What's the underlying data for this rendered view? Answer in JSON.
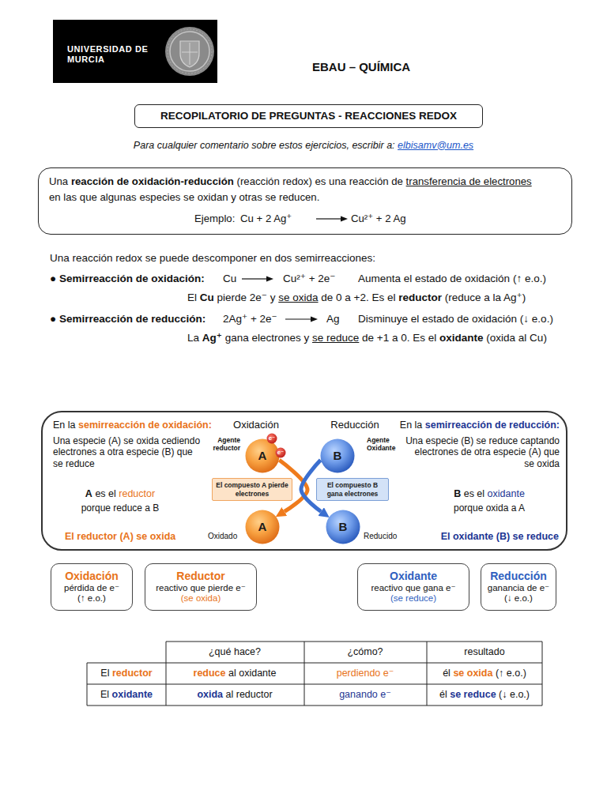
{
  "diagram": {
    "title": "EBAU – QUÍMICA",
    "nodes": [
      {
        "text": [
          "UNIVERSIDAD DE MURCIA"
        ]
      },
      {
        "text": [
          "RECOPILATORIO DE PREGUNTAS - REACCIONES REDOX"
        ]
      },
      {
        "text": [
          "Una",
          "reacción de oxidación-reducción",
          "(reacción redox) es una reacción de",
          "transferencia de electrones",
          "en las que algunas especies se oxidan y otras se reducen.",
          "Ejemplo:",
          "Cu + 2 Ag⁺",
          "Cu²⁺ + 2 Ag"
        ]
      },
      {
        "text": [
          "En la",
          "semirreacción de oxidación:",
          "Una especie (A) se oxida cediendo electrones a otra especie (B) que se reduce",
          "A",
          "es el",
          "reductor",
          "porque reduce a B",
          "El reductor (A) se oxida",
          "Oxidación",
          "Agente reductor",
          "Oxidado",
          "Reducción",
          "Agente Oxidante",
          "Reducido",
          "En la",
          "semirreacción de reducción:",
          "Una especie (B) se reduce captando electrones de otra especie (A) que se oxida",
          "B",
          "es el",
          "oxidante",
          "porque oxida a A",
          "El oxidante (B) se reduce"
        ]
      },
      {
        "text": [
          "A"
        ],
        "in": 3
      },
      {
        "text": [
          "e⁻"
        ],
        "in": 3
      },
      {
        "text": [
          "e⁻"
        ],
        "in": 3
      },
      {
        "text": [
          "B"
        ],
        "in": 3
      },
      {
        "text": [
          "El compuesto A pierde electrones"
        ],
        "in": 3
      },
      {
        "text": [
          "El compuesto B gana electrones"
        ],
        "in": 3
      },
      {
        "text": [
          "A"
        ],
        "in": 3
      },
      {
        "text": [
          "B"
        ],
        "in": 3
      },
      {
        "text": [
          "Oxidación",
          "pérdida de e⁻",
          "(↑ e.o.)"
        ]
      },
      {
        "text": [
          "Reductor",
          "reactivo que pierde e⁻",
          "(se oxida)"
        ]
      },
      {
        "text": [
          "Oxidante",
          "reactivo que gana e⁻",
          "(se reduce)"
        ]
      },
      {
        "text": [
          "Reducción",
          "ganancia de e⁻",
          "(↓ e.o.)"
        ]
      }
    ],
    "edges": [
      {
        "from": 4,
        "to": 10,
        "arrow": "to"
      },
      {
        "from": 7,
        "to": 11,
        "arrow": "to"
      }
    ],
    "labels": [
      "Para cualquier comentario sobre estos ejercicios, escribir a:",
      "elbisamv@um.es",
      "Una reacción redox se puede descomponer en dos semirreacciones:",
      "● Semirreacción de oxidación:",
      "Cu",
      "Cu²⁺ + 2e⁻",
      "Aumenta el estado de oxidación (↑ e.o.)",
      "El",
      "Cu",
      "pierde 2e⁻ y",
      "se oxida",
      "de 0 a +2. Es el",
      "reductor",
      "(reduce a la Ag⁺)",
      "● Semirreacción de reducción:",
      "2Ag⁺ + 2e⁻",
      "Ag",
      "Disminuye el estado de oxidación (↓ e.o.)",
      "La",
      "Ag⁺",
      "gana electrones y",
      "se reduce",
      "de +1 a 0. Es el",
      "oxidante",
      "(oxida al Cu)",
      "¿qué hace?",
      "¿cómo?",
      "resultado",
      "El",
      "reductor",
      "reduce",
      "al oxidante",
      "perdiendo e⁻",
      "él",
      "se oxida",
      "(↑ e.o.)",
      "El",
      "oxidante",
      "oxida",
      "al reductor",
      "ganando e⁻",
      "él",
      "se reduce",
      "(↓ e.o.)"
    ]
  }
}
